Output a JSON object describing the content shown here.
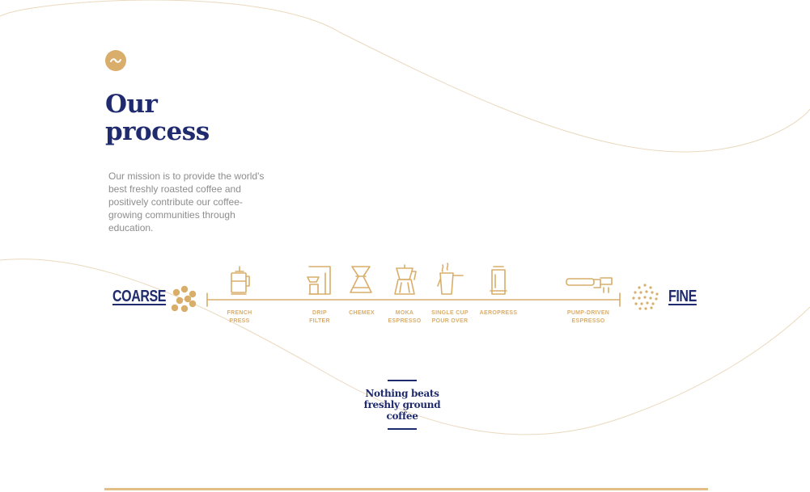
{
  "colors": {
    "navy": "#1f2b6e",
    "gold": "#d9ad6a",
    "gray": "#8d8d8d",
    "curve": "#ead9bd"
  },
  "logo": {
    "icon": "wave-logo-icon"
  },
  "heading": {
    "line1": "Our",
    "line2": "process"
  },
  "mission": "Our mission is to provide the world's best freshly roasted coffee and positively contribute our coffee-growing communities through education.",
  "grind_scale": {
    "coarse_label": "COARSE",
    "fine_label": "FINE",
    "methods": [
      {
        "label": "FRENCH\nPRESS",
        "icon": "french-press-icon"
      },
      {
        "label": "DRIP\nFILTER",
        "icon": "drip-filter-icon"
      },
      {
        "label": "CHEMEX",
        "icon": "chemex-icon"
      },
      {
        "label": "MOKA\nESPRESSO",
        "icon": "moka-pot-icon"
      },
      {
        "label": "SINGLE CUP\nPOUR OVER",
        "icon": "pour-over-icon"
      },
      {
        "label": "AEROPRESS",
        "icon": "aeropress-icon"
      },
      {
        "label": "PUMP-DRIVEN\nESPRESSO",
        "icon": "portafilter-icon"
      }
    ]
  },
  "quote": "Nothing beats freshly ground coffee"
}
